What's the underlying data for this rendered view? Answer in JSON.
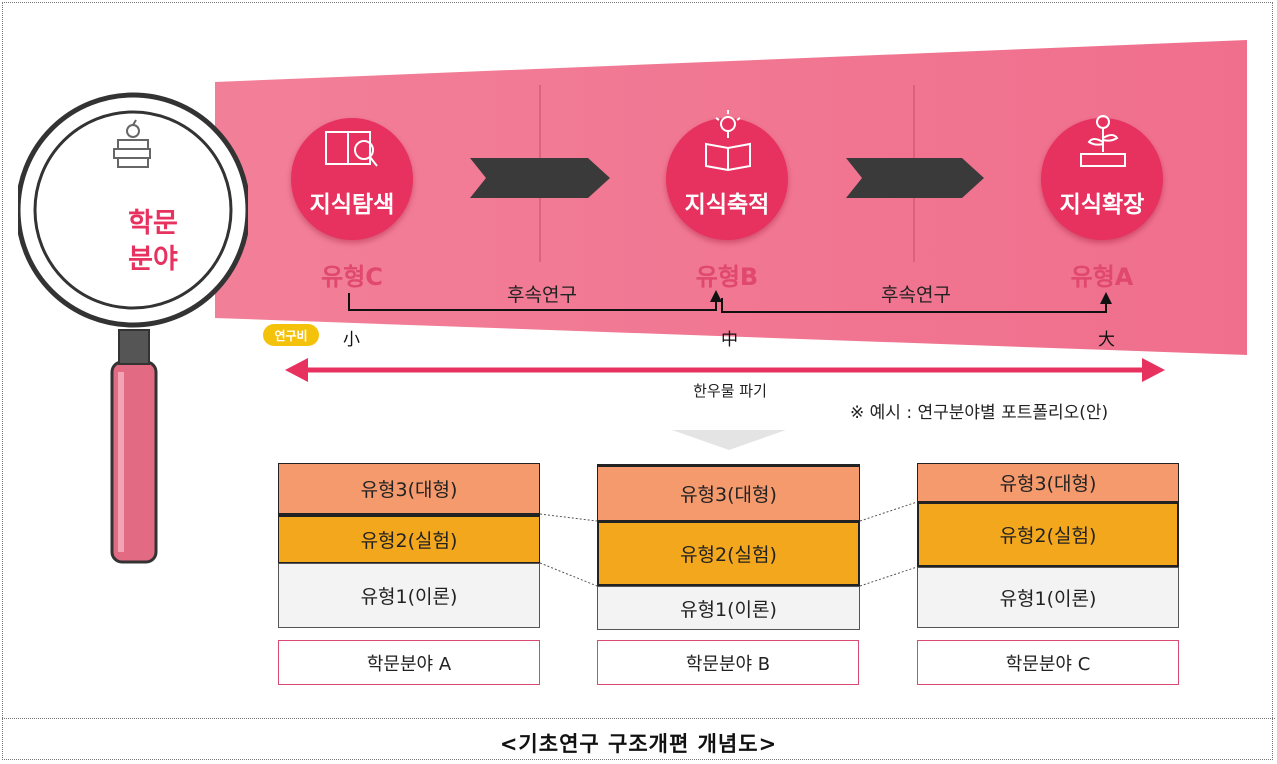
{
  "caption": "<기초연구 구조개편 개념도>",
  "magnifier": {
    "label_line1": "학문",
    "label_line2": "분야"
  },
  "stages": [
    {
      "title": "지식탐색",
      "type": "유형C",
      "icon": "book-search-icon"
    },
    {
      "title": "지식축적",
      "type": "유형B",
      "icon": "book-lightbulb-icon"
    },
    {
      "title": "지식확장",
      "type": "유형A",
      "icon": "book-plant-icon"
    }
  ],
  "follow_up": [
    "후속연구",
    "후속연구"
  ],
  "funding": {
    "badge": "연구비",
    "small": "小",
    "medium": "中",
    "large": "大"
  },
  "deep_dig": "한우물 파기",
  "example_note": "※ 예시 : 연구분야별 포트폴리오(안)",
  "portfolios": [
    {
      "field": "학문분야 A",
      "type3": "유형3(대형)",
      "type2": "유형2(실험)",
      "type1": "유형1(이론)"
    },
    {
      "field": "학문분야 B",
      "type3": "유형3(대형)",
      "type2": "유형2(실험)",
      "type1": "유형1(이론)"
    },
    {
      "field": "학문분야 C",
      "type3": "유형3(대형)",
      "type2": "유형2(실험)",
      "type1": "유형1(이론)"
    }
  ],
  "colors": {
    "accent": "#e7315f",
    "band": "#f48aa0",
    "type3": "#f59a6c",
    "type2": "#f3a71d",
    "type1": "#f3f3f3",
    "badge": "#f5c20b"
  }
}
